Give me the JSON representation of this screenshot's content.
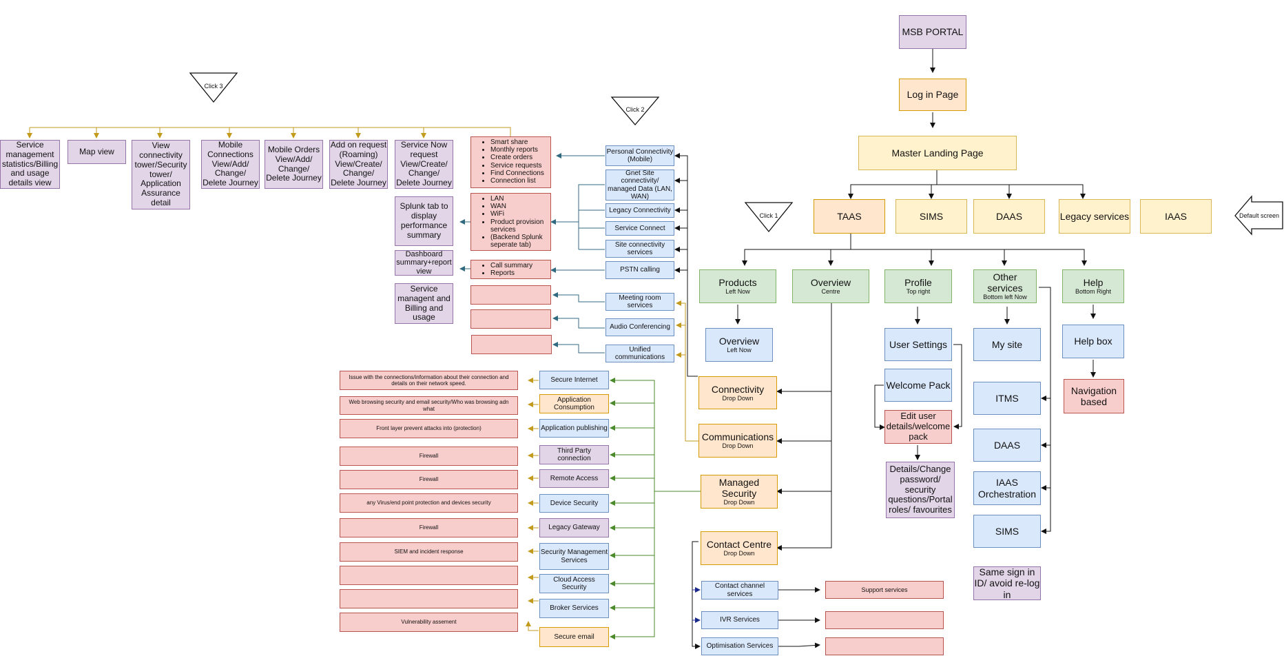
{
  "nodes": {
    "msb_portal": "MSB PORTAL",
    "login_page": "Log in Page",
    "master_landing": "Master Landing Page",
    "taas": "TAAS",
    "sims_top": "SIMS",
    "daas_top": "DAAS",
    "legacy_services": "Legacy services",
    "iaas_top": "IAAS",
    "default_screen": "Default screen",
    "click1": "Click 1",
    "click2": "Click 2",
    "click3": "Click 3",
    "products": {
      "title": "Products",
      "sub": "Left Now"
    },
    "overview_mid": {
      "title": "Overview",
      "sub": "Centre"
    },
    "profile": {
      "title": "Profile",
      "sub": "Top right"
    },
    "other_services": {
      "title": "Other services",
      "sub": "Bottom left Now"
    },
    "help": {
      "title": "Help",
      "sub": "Bottom Right"
    },
    "overview_left": {
      "title": "Overview",
      "sub": "Left Now"
    },
    "user_settings": "User Settings",
    "welcome_pack": "Welcome Pack",
    "edit_user": "Edit user details/welcome pack",
    "details_change": "Details/Change password/ security questions/Portal roles/ favourites",
    "my_site": "My site",
    "itms": "ITMS",
    "daas_other": "DAAS",
    "iaas_orch": "IAAS Orchestration",
    "sims_other": "SIMS",
    "same_sign": "Same sign in ID/ avoid re-log in",
    "help_box": "Help box",
    "nav_based": "Navigation based",
    "connectivity": {
      "title": "Connectivity",
      "sub": "Drop Down"
    },
    "communications": {
      "title": "Communications",
      "sub": "Drop Down"
    },
    "managed_security": {
      "title": "Managed Security",
      "sub": "Drop Down"
    },
    "contact_centre": {
      "title": "Contact Centre",
      "sub": "Drop Down"
    },
    "contact_channel": "Contact channel services",
    "ivr": "IVR Services",
    "optimisation": "Optimisation Services",
    "support_services": "Support services",
    "personal_conn": "Personal Connectivity (Mobile)",
    "gnet_site": "Gnet Site connectivity/ managed Data (LAN, WAN)",
    "legacy_conn": "Legacy Connectivity",
    "service_connect": "Service Connect",
    "site_conn": "Site connectivity services",
    "pstn": "PSTN calling",
    "meeting_room": "Meeting room services",
    "audio_conf": "Audio Conferencing",
    "unified_comm": "Unified communications",
    "list1": [
      "Smart share",
      "Monthly reports",
      "Create orders",
      "Service requests",
      "Find Connections",
      "Connection list"
    ],
    "list2": [
      "LAN",
      "WAN",
      "WiFi",
      "Product provision services",
      "(Backend Splunk seperate tab)"
    ],
    "list3": [
      "Call summary",
      "Reports"
    ],
    "splunk_tab": "Splunk tab to display performance summary",
    "dashboard_summary": "Dashboard summary+report view",
    "service_mgmt_billing": "Service managent and Billing and usage",
    "click3_items": [
      "Service management statistics/Billing and usage details view",
      "Map view",
      "View connectivity tower/Security tower/ Application Assurance detail",
      "Mobile Connections View/Add/ Change/ Delete Journey",
      "Mobile Orders View/Add/ Change/ Delete Journey",
      "Add on request (Roaming) View/Create/ Change/ Delete Journey",
      "Service Now request View/Create/ Change/ Delete Journey"
    ],
    "security_services": [
      "Secure Internet",
      "Application Consumption",
      "Application publishing",
      "Third Party connection",
      "Remote Access",
      "Device Security",
      "Legacy Gateway",
      "Security Management Services",
      "Cloud Access Security",
      "Broker Services",
      "Secure email"
    ],
    "security_desc": [
      "Issue with the connections/information about their connection and details on their network speed.",
      "Web browsing security and email security/Who was browsing adn what",
      "Front layer prevent attacks into (protection)",
      "Firewall",
      "Firewall",
      "any Virus/end point protection and devices security",
      "Firewall",
      "SIEM and incident response",
      "",
      "",
      "Vulnerability assement"
    ]
  }
}
